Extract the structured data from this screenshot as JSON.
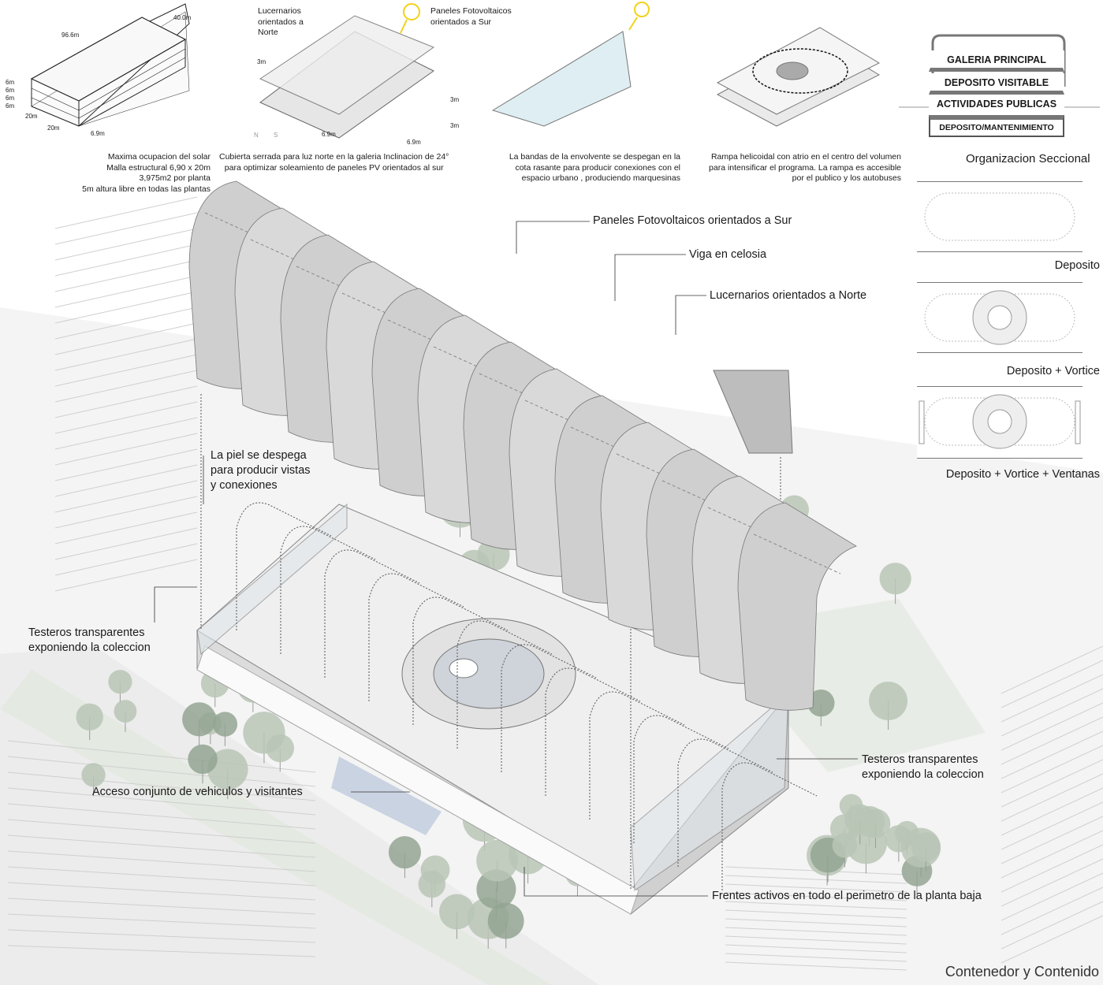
{
  "diagram1": {
    "dims": {
      "length": "96.6m",
      "width": "40.0m",
      "floor_heights": [
        "6m",
        "6m",
        "6m",
        "6m"
      ],
      "bay1": "20m",
      "bay2": "20m",
      "module": "6.9m"
    },
    "caption": [
      "Maxima ocupacion del solar",
      "Malla estructural 6,90 x 20m",
      "3,975m2 por planta",
      "5m altura libre en todas las plantas"
    ]
  },
  "diagram2": {
    "title": [
      "Lucernarios",
      "orientados a",
      "Norte"
    ],
    "dims": {
      "height": "3m",
      "module": "6.9m",
      "detail_top": "3m",
      "detail_bottom": "3m",
      "detail_module": "6.9m"
    },
    "compass": {
      "north": "N",
      "south": "S"
    },
    "caption": [
      "Cubierta serrada para luz norte en la galeria Inclinacion de 24°",
      "para optimizar soleamiento de paneles PV orientados al sur"
    ]
  },
  "diagram3": {
    "title": [
      "Paneles Fotovoltaicos",
      "orientados a Sur"
    ],
    "caption": [
      "La bandas de la envolvente se despegan en la",
      "cota rasante para producir conexiones con el",
      "espacio urbano , produciendo marquesinas"
    ]
  },
  "diagram4": {
    "caption": [
      "Rampa  helicoidal con atrio en el centro del volumen",
      "para intensificar el programa. La rampa es accesible",
      "por el publico y los autobuses"
    ]
  },
  "section_stack": [
    "GALERIA PRINCIPAL",
    "DEPOSITO VISITABLE",
    "ACTIVIDADES PUBLICAS",
    "DEPOSITO/MANTENIMIENTO"
  ],
  "organizacion": {
    "title": "Organizacion  Seccional",
    "plans": [
      "Deposito",
      "Deposito + Vortice",
      "Deposito + Vortice + Ventanas"
    ]
  },
  "annotations": {
    "pv": "Paneles Fotovoltaicos orientados a Sur",
    "viga": "Viga en celosia",
    "lucernarios": "Lucernarios orientados a Norte",
    "piel": [
      "La piel se despega",
      "para producir vistas",
      "y conexiones"
    ],
    "testeros_left": [
      "Testeros  transparentes",
      "exponiendo la coleccion"
    ],
    "testeros_right": [
      "Testeros  transparentes",
      "exponiendo la coleccion"
    ],
    "acceso": "Acceso conjunto de vehiculos y visitantes",
    "frentes": "Frentes activos en todo el perimetro de la planta baja"
  },
  "title": "Contenedor y Contenido",
  "colors": {
    "tree": "#b9c6b6",
    "tree_dark": "#93a592",
    "roof": "#d7d7d7",
    "glass": "#bcd9e0",
    "sun": "#f2d21b"
  }
}
